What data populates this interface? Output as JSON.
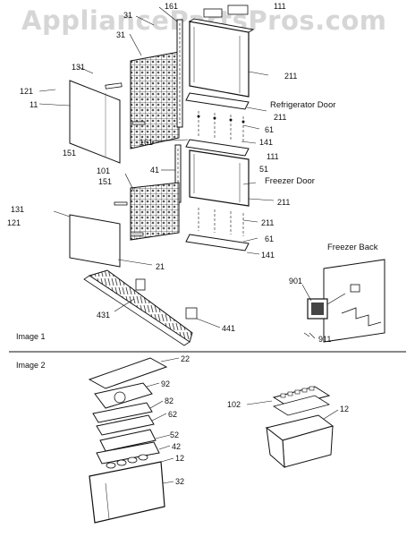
{
  "watermark": "AppliancePartsPros.com",
  "section_labels": {
    "image1": "Image 1",
    "image2": "Image 2"
  },
  "callouts": {
    "refrigerator_door": "Refrigerator Door",
    "freezer_door": "Freezer Door",
    "freezer_back": "Freezer Back"
  },
  "part_numbers": {
    "p31_top": "31",
    "p161_top": "161",
    "p111_top": "111",
    "p31_left": "31",
    "p131_top": "131",
    "p121_top": "121",
    "p11": "11",
    "p211_a": "211",
    "p211_b": "211",
    "p61_a": "61",
    "p141_a": "141",
    "p151_top": "151",
    "p161_mid": "161",
    "p111_mid": "111",
    "p41": "41",
    "p51": "51",
    "p101": "101",
    "p151_mid": "151",
    "p211_c": "211",
    "p131_mid": "131",
    "p121_mid": "121",
    "p211_d": "211",
    "p61_b": "61",
    "p141_b": "141",
    "p21": "21",
    "p901": "901",
    "p431": "431",
    "p441": "441",
    "p911": "911",
    "p22": "22",
    "p92": "92",
    "p82": "82",
    "p62": "62",
    "p52": "52",
    "p42": "42",
    "p12_left": "12",
    "p32": "32",
    "p102": "102",
    "p12_right": "12"
  }
}
